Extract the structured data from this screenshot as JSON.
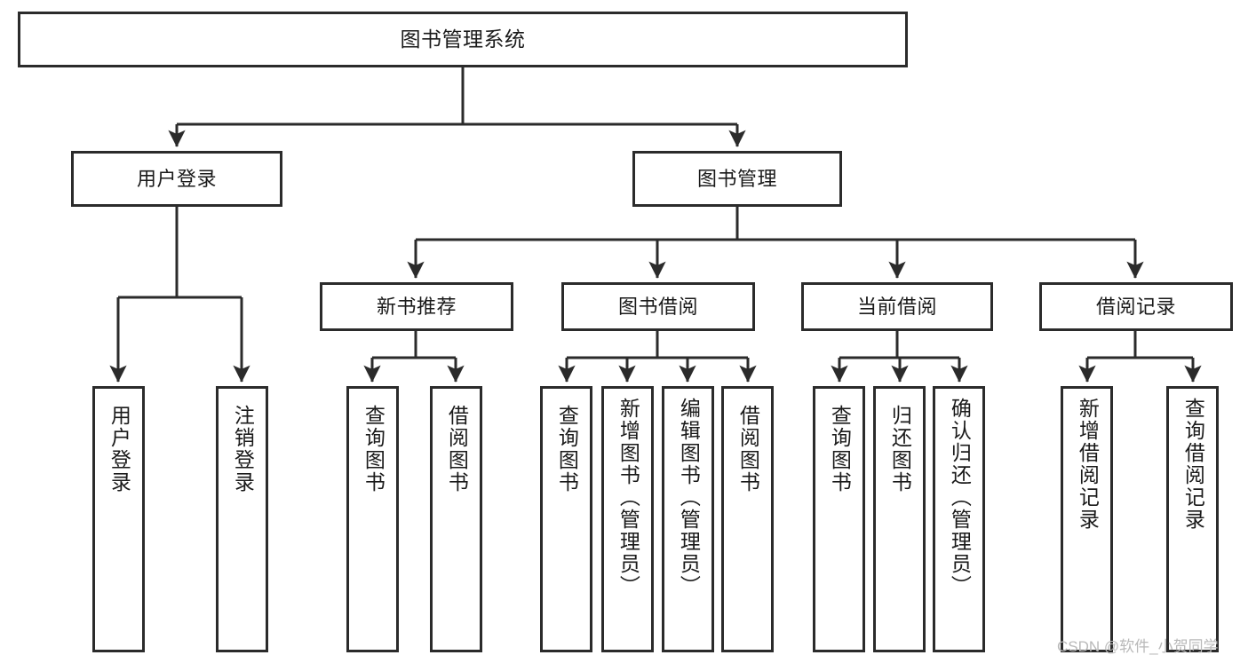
{
  "diagram": {
    "title": "图书管理系统",
    "type": "功能结构图",
    "watermark": "CSDN @软件_小贺同学",
    "style": {
      "border_color": "#2b2b2b",
      "fill_color": "#ffffff",
      "line_color": "#2b2b2b",
      "text_color": "#1a1a1a",
      "watermark_color": "#b9b9b9"
    }
  },
  "nodes": {
    "root": {
      "label": "图书管理系统",
      "level": 0
    },
    "level1": [
      {
        "id": "user-login",
        "label": "用户登录"
      },
      {
        "id": "book-manage",
        "label": "图书管理"
      }
    ],
    "level2": [
      {
        "id": "new-book-recommend",
        "label": "新书推荐",
        "parent": "book-manage"
      },
      {
        "id": "book-borrow",
        "label": "图书借阅",
        "parent": "book-manage"
      },
      {
        "id": "current-borrow",
        "label": "当前借阅",
        "parent": "book-manage"
      },
      {
        "id": "borrow-record",
        "label": "借阅记录",
        "parent": "book-manage"
      }
    ],
    "leaves": [
      {
        "id": "leaf-user-login",
        "label": "用户登录",
        "parent": "user-login"
      },
      {
        "id": "leaf-user-logout",
        "label": "注销登录",
        "parent": "user-login"
      },
      {
        "id": "leaf-query-book-1",
        "label": "查询图书",
        "parent": "new-book-recommend"
      },
      {
        "id": "leaf-borrow-book-1",
        "label": "借阅图书",
        "parent": "new-book-recommend"
      },
      {
        "id": "leaf-query-book-2",
        "label": "查询图书",
        "parent": "book-borrow"
      },
      {
        "id": "leaf-add-book",
        "label": "新增图书（管理员）",
        "parent": "book-borrow"
      },
      {
        "id": "leaf-edit-book",
        "label": "编辑图书（管理员）",
        "parent": "book-borrow"
      },
      {
        "id": "leaf-borrow-book-2",
        "label": "借阅图书",
        "parent": "book-borrow"
      },
      {
        "id": "leaf-query-book-3",
        "label": "查询图书",
        "parent": "current-borrow"
      },
      {
        "id": "leaf-return-book",
        "label": "归还图书",
        "parent": "current-borrow"
      },
      {
        "id": "leaf-confirm-return",
        "label": "确认归还（管理员）",
        "parent": "current-borrow"
      },
      {
        "id": "leaf-add-record",
        "label": "新增借阅记录",
        "parent": "borrow-record"
      },
      {
        "id": "leaf-query-record",
        "label": "查询借阅记录",
        "parent": "borrow-record"
      }
    ]
  }
}
